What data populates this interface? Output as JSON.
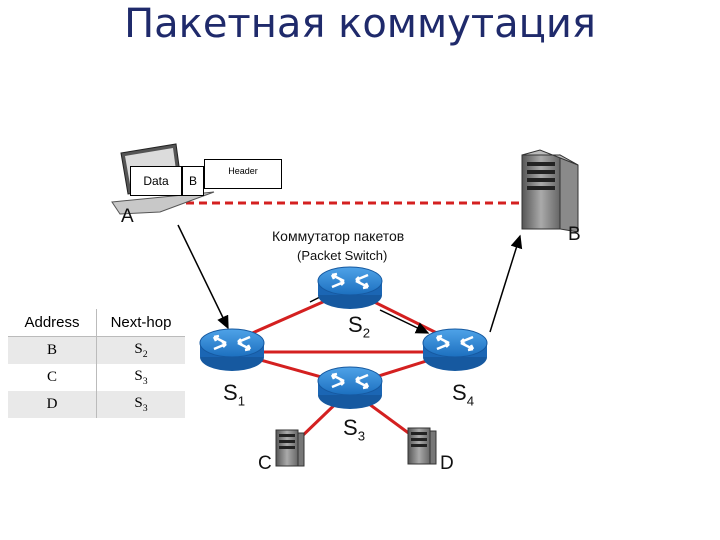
{
  "title": "Пакетная коммутация",
  "packet": {
    "data_label": "Data",
    "dest_label": "B",
    "header_label": "Header"
  },
  "hosts": {
    "a": "A",
    "b": "B",
    "c": "C",
    "d": "D"
  },
  "switch_caption": {
    "line1": "Коммутатор пакетов",
    "line2": "(Packet Switch)"
  },
  "switches": [
    {
      "name": "S",
      "sub": "1"
    },
    {
      "name": "S",
      "sub": "2"
    },
    {
      "name": "S",
      "sub": "3"
    },
    {
      "name": "S",
      "sub": "4"
    }
  ],
  "routing_table": {
    "headers": [
      "Address",
      "Next-hop"
    ],
    "rows": [
      {
        "address": "B",
        "hop": "S",
        "hop_sub": "2"
      },
      {
        "address": "C",
        "hop": "S",
        "hop_sub": "3"
      },
      {
        "address": "D",
        "hop": "S",
        "hop_sub": "3"
      }
    ]
  },
  "colors": {
    "title": "#1f2a6b",
    "link": "#d42020",
    "router": "#1e78c8",
    "dashed_path": "#d42020"
  },
  "icons": [
    "laptop-icon",
    "server-icon",
    "router-icon",
    "arrow-icon"
  ]
}
